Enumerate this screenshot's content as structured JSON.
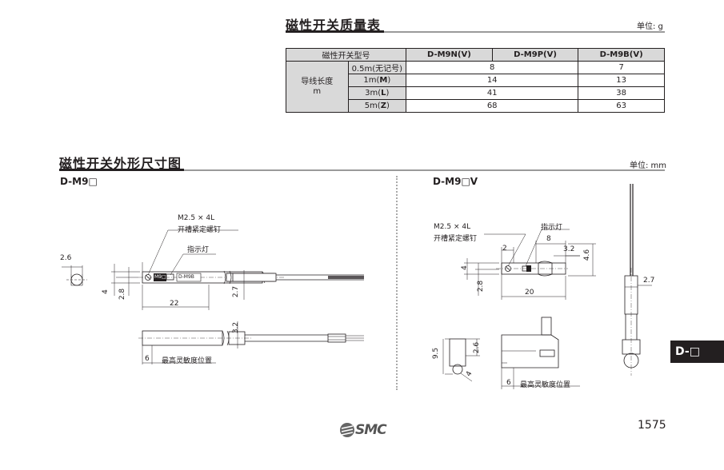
{
  "mass_section": {
    "title": "磁性开关质量表",
    "unit": "单位: g",
    "table": {
      "header": [
        "磁性开关型号",
        "D-M9N(V)",
        "D-M9P(V)",
        "D-M9B(V)"
      ],
      "group_label_line1": "导线长度",
      "group_label_line2": "m",
      "rows": [
        {
          "length": "0.5m(无记号)",
          "np": "8",
          "b": "7"
        },
        {
          "length_num": "1m(",
          "length_code": "M",
          "length_end": ")",
          "np": "14",
          "b": "13"
        },
        {
          "length_num": "3m(",
          "length_code": "L",
          "length_end": ")",
          "np": "41",
          "b": "38"
        },
        {
          "length_num": "5m(",
          "length_code": "Z",
          "length_end": ")",
          "np": "68",
          "b": "63"
        }
      ]
    }
  },
  "dim_section": {
    "title": "磁性开关外形尺寸图",
    "unit": "单位: mm"
  },
  "left_drawing": {
    "model": "D-M9□",
    "screw_line1": "M2.5 × 4L",
    "screw_line2": "开槽紧定螺钉",
    "indicator": "指示灯",
    "label_m9": "M9□",
    "label_m9b": "D-M9B",
    "d_2_6": "2.6",
    "d_4": "4",
    "d_2_8": "2.8",
    "d_2_7": "2.7",
    "d_22": "22",
    "d_3_2": "3.2",
    "d_6": "6",
    "sensing": "最高灵敏度位置"
  },
  "right_drawing": {
    "model": "D-M9□V",
    "screw_line1": "M2.5 × 4L",
    "screw_line2": "开槽紧定螺钉",
    "indicator": "指示灯",
    "d_2": "2",
    "d_8": "8",
    "d_3_2": "3.2",
    "d_4_6": "4.6",
    "d_4": "4",
    "d_2_8": "2.8",
    "d_20": "20",
    "d_2_7": "2.7",
    "d_9_5": "9.5",
    "d_2_6": "2.6",
    "d_4b": "4",
    "d_6": "6",
    "sensing": "最高灵敏度位置"
  },
  "side_tab": "D-□",
  "footer": {
    "logo": "SMC",
    "page": "1575"
  }
}
